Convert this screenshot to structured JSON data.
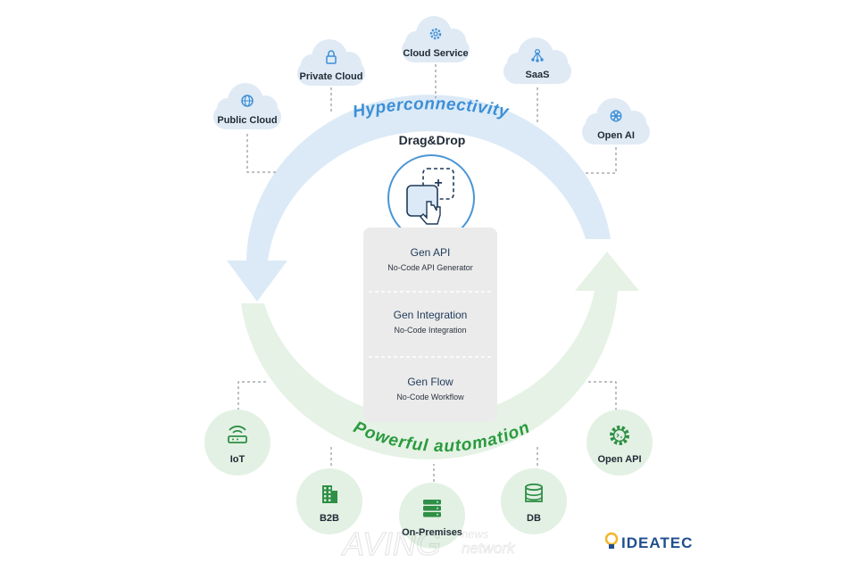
{
  "diagram": {
    "top_arc_label": "Hyperconnectivity",
    "bottom_arc_label": "Powerful automation",
    "center_title": "Drag&Drop",
    "clouds": [
      {
        "label": "Public Cloud",
        "icon": "globe-icon"
      },
      {
        "label": "Private Cloud",
        "icon": "lock-icon"
      },
      {
        "label": "Cloud Service",
        "icon": "gear-icon"
      },
      {
        "label": "SaaS",
        "icon": "network-icon"
      },
      {
        "label": "Open AI",
        "icon": "openai-icon"
      }
    ],
    "modules": [
      {
        "title": "Gen API",
        "subtitle": "No-Code API Generator"
      },
      {
        "title": "Gen Integration",
        "subtitle": "No-Code Integration"
      },
      {
        "title": "Gen Flow",
        "subtitle": "No-Code Workflow"
      }
    ],
    "bottom_nodes": [
      {
        "label": "IoT",
        "icon": "router-icon"
      },
      {
        "label": "B2B",
        "icon": "building-icon"
      },
      {
        "label": "On-Premises",
        "icon": "server-icon"
      },
      {
        "label": "DB",
        "icon": "database-icon"
      },
      {
        "label": "Open API",
        "icon": "api-gear-icon"
      }
    ],
    "watermark": {
      "brand": "AVING",
      "small_top": "news",
      "small_bottom": "network"
    },
    "logo": "IDEATEC"
  },
  "colors": {
    "cloud_fill": "#dfeaf5",
    "top_arc": "#dceaf7",
    "top_arc_text": "#3d8fd6",
    "bottom_arc": "#e5f2e5",
    "bottom_arc_text": "#2a9a3e",
    "node_fill": "#e3f1e4",
    "node_icon": "#2f8f46",
    "cloud_icon": "#3d8fd6",
    "panel_fill": "#ebebeb",
    "logo": "#1f4f8f"
  }
}
